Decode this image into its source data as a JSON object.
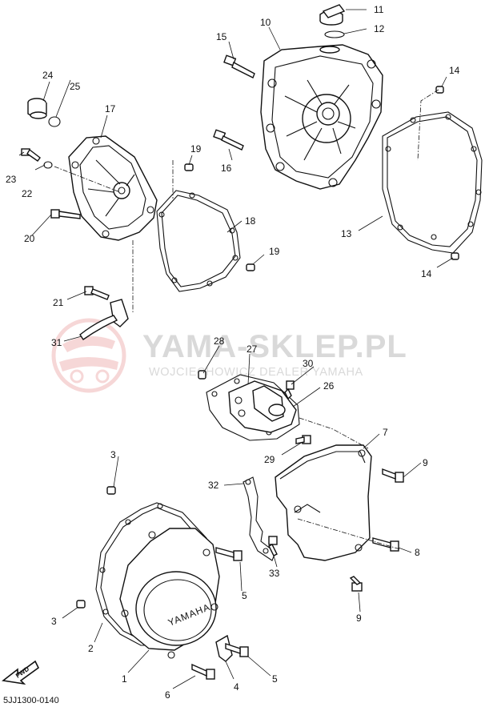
{
  "watermark": {
    "title": "YAMA-SKLEP.PL",
    "subtitle": "WOJCIECHOWICZ DEALER YAMAHA",
    "color": "#d9d9d9",
    "logo_color": "#f0b8b8"
  },
  "footer_code": "5JJ1300-0140",
  "fwd_label": "FWD",
  "cover_emboss": "YAMAHA",
  "callouts": [
    "1",
    "2",
    "3",
    "3",
    "4",
    "5",
    "5",
    "6",
    "7",
    "8",
    "9",
    "9",
    "10",
    "11",
    "12",
    "13",
    "14",
    "14",
    "15",
    "16",
    "17",
    "18",
    "19",
    "19",
    "20",
    "21",
    "22",
    "23",
    "24",
    "25",
    "26",
    "27",
    "28",
    "29",
    "30",
    "31",
    "32",
    "33"
  ]
}
